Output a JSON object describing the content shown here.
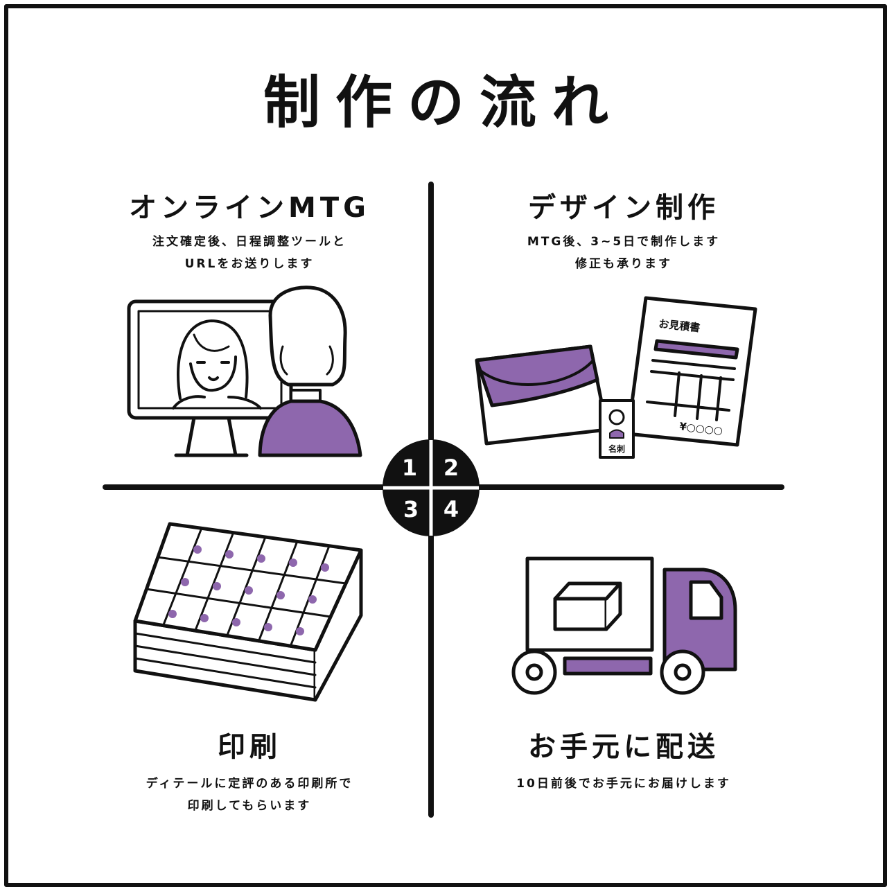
{
  "title": "制作の流れ",
  "colors": {
    "accent": "#8e67ad",
    "ink": "#111111",
    "background": "#ffffff"
  },
  "steps": [
    {
      "number": "1",
      "title": "オンラインMTG",
      "desc_line1": "注文確定後、日程調整ツールと",
      "desc_line2": "URLをお送りします",
      "illustration": "video-call-icon"
    },
    {
      "number": "2",
      "title": "デザイン制作",
      "desc_line1": "MTG後、3~5日で制作します",
      "desc_line2": "修正も承ります",
      "illustration": "stationery-icon"
    },
    {
      "number": "3",
      "title": "印刷",
      "desc_line1": "ディテールに定評のある印刷所で",
      "desc_line2": "印刷してもらいます",
      "illustration": "business-card-stack-icon"
    },
    {
      "number": "4",
      "title": "お手元に配送",
      "desc_line1": "10日前後でお手元にお届けします",
      "desc_line2": "",
      "illustration": "delivery-truck-icon"
    }
  ],
  "illustration_text": {
    "estimate_title": "お見積書",
    "estimate_price": "¥○○○○",
    "card_name": "名刺"
  }
}
